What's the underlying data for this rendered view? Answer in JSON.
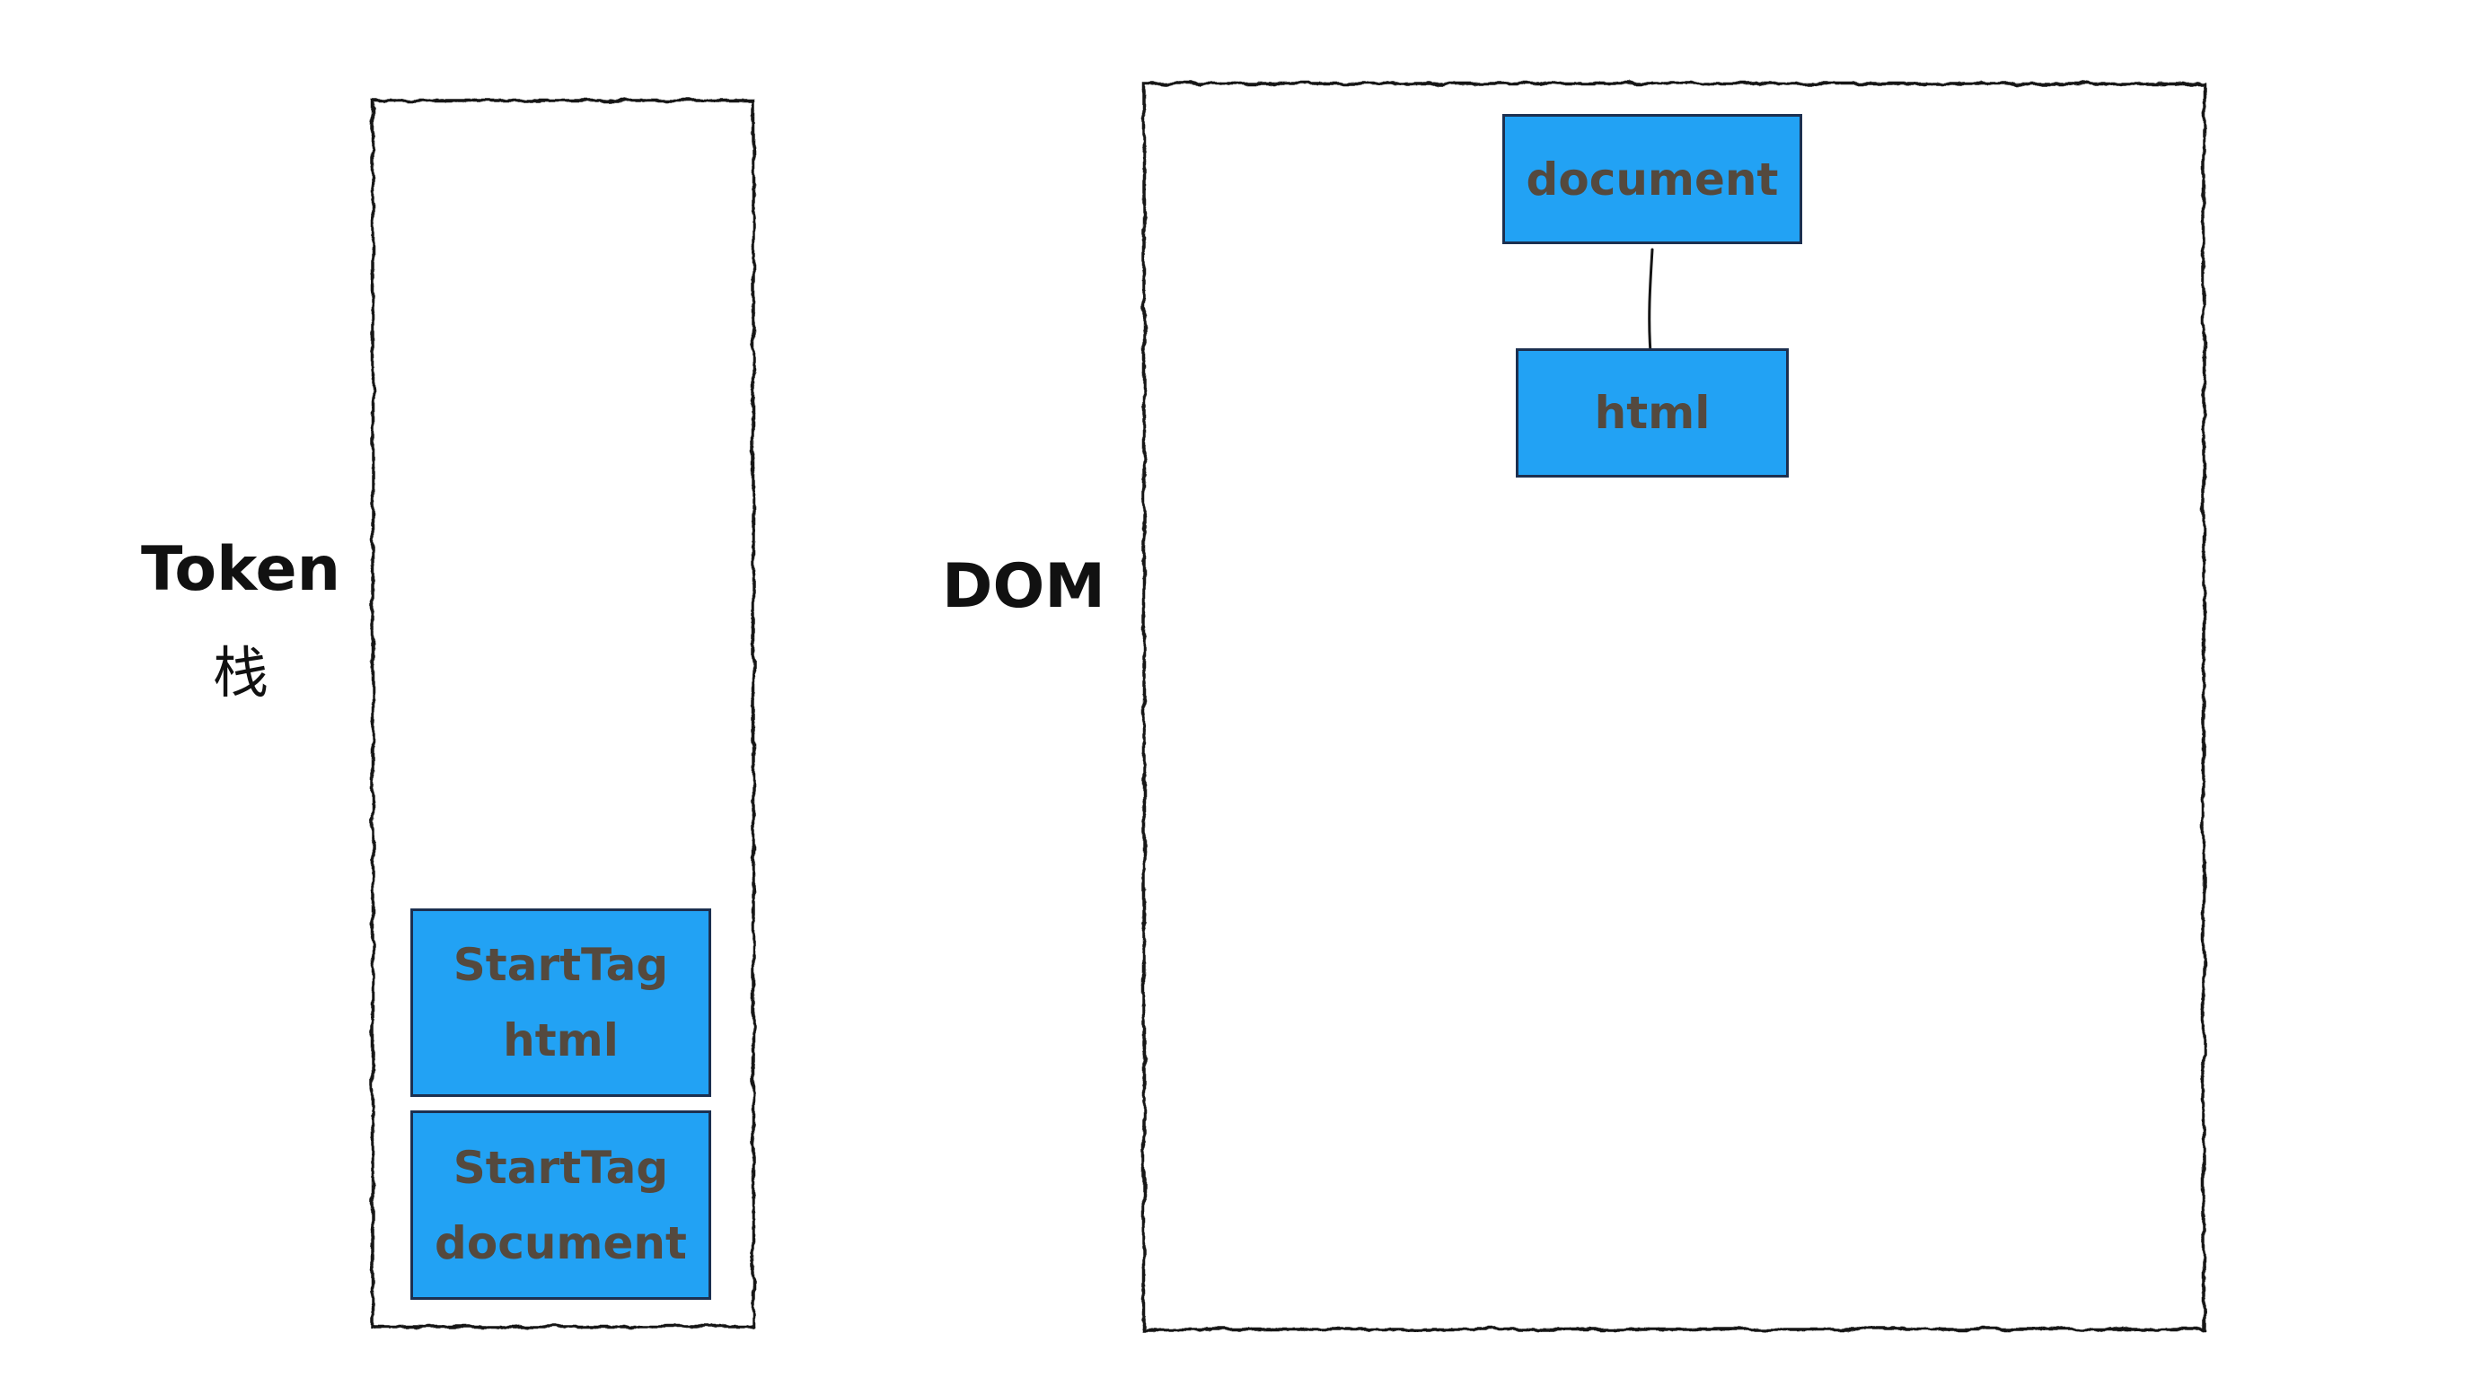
{
  "diagram": {
    "colors": {
      "page_bg": "#ffffff",
      "outline": "#151515",
      "box_fill": "#22a2f4",
      "box_border": "#1c3050",
      "box_text": "#54493e",
      "label_color": "#111111"
    },
    "token_stack": {
      "label_en": "Token",
      "label_zh": "栈",
      "items": [
        {
          "type": "StartTag",
          "name": "html"
        },
        {
          "type": "StartTag",
          "name": "document"
        }
      ]
    },
    "dom_tree": {
      "label": "DOM",
      "nodes": [
        {
          "label": "document"
        },
        {
          "label": "html"
        }
      ],
      "edge": {
        "from": "document",
        "to": "html"
      }
    }
  }
}
